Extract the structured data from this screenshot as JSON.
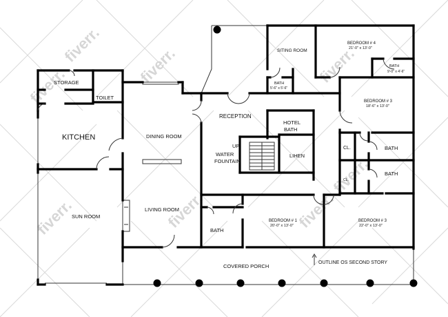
{
  "colors": {
    "wall": "#000000",
    "thin": "#333333",
    "background": "#ffffff",
    "watermark": "#cfcfcf"
  },
  "watermark": {
    "text": "fiverr."
  },
  "labels": {
    "storage": "STORAGE",
    "toilet": "TOILET",
    "kitchen": "KITCHEN",
    "sun_room": "SUN ROOM",
    "dining_room": "DINING ROOM",
    "living_room": "LIVING ROOM",
    "reception": "RECEPTION",
    "up": "UP",
    "water_fountain_1": "WATER",
    "water_fountain_2": "FOUNTAIN",
    "hotel_bath_1": "HOTEL",
    "hotel_bath_2": "BATH",
    "linen": "LIHEN",
    "siting_room": "SITING ROOM",
    "bath_small": "BATH",
    "bath_small_dim": "5'-6\" x 5'-6\"",
    "bedroom4": "BEDROOM # 4",
    "bedroom4_dim": "21'-0\" x 13'-0\"",
    "bath_b4": "BATH",
    "bath_b4_dim": "9'-0\" x 4'-6\"",
    "bedroom3_top": "BEDROOM # 3",
    "bedroom3_top_dim": "18'-6\" x 13'-0\"",
    "closet_1": "CL.",
    "closet_2": "CL.",
    "bath_r1": "BATH",
    "bath_r2": "BATH",
    "bath_lower": "BATH",
    "bedroom1": "BEDROOM # 1",
    "bedroom1_dim": "20'-0\" x 13'-0\"",
    "bedroom3_bottom": "BEDROOM # 3",
    "bedroom3_bottom_dim": "22'-0\" x 13'-0\"",
    "covered_porch": "COVERED PORCH",
    "outline_note": "OUTLINE OS SECOND STORY"
  }
}
